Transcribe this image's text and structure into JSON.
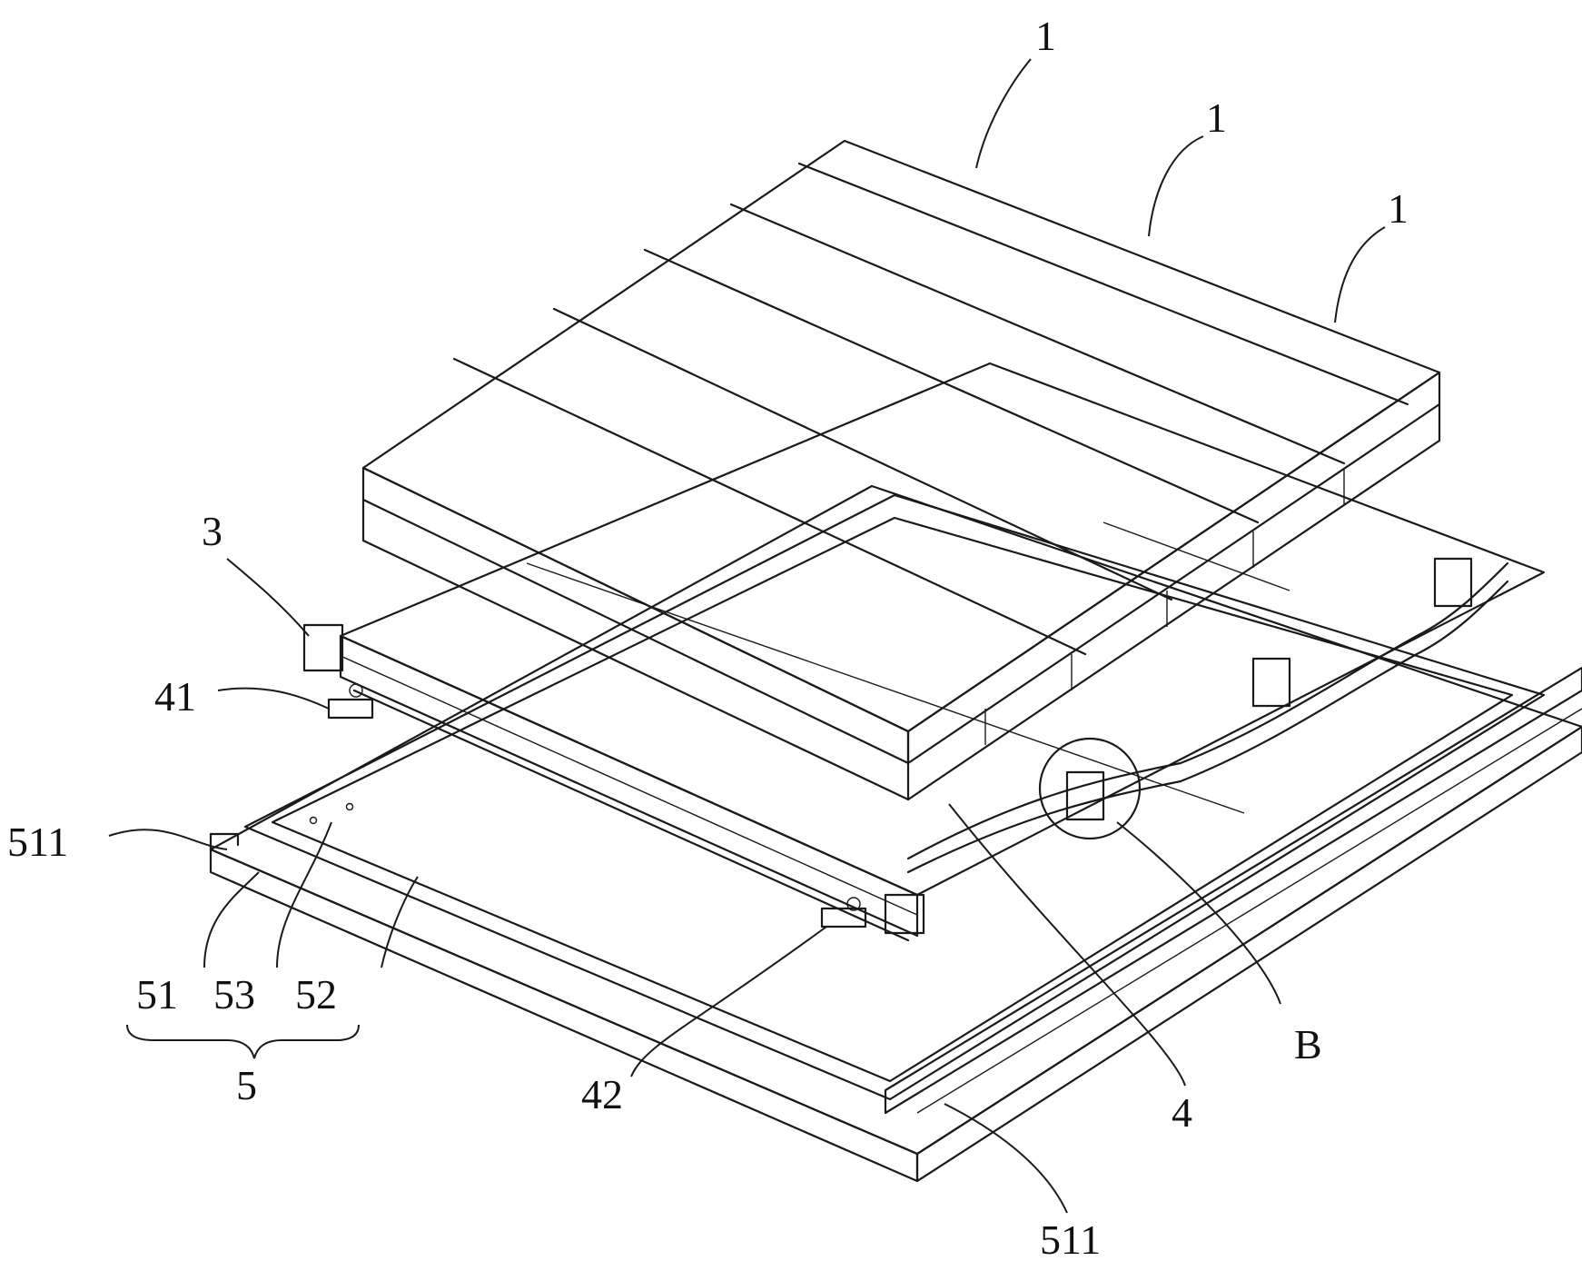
{
  "labels": {
    "cell_module_a": "1",
    "cell_module_b": "1",
    "cell_module_c": "1",
    "bracket": "3",
    "tray": "4",
    "front_lug": "41",
    "rear_lug": "42",
    "base_assembly": "5",
    "base_frame": "51",
    "base_panel": "52",
    "base_hole": "53",
    "flange_left": "511",
    "flange_right": "511",
    "detail_callout": "B"
  }
}
